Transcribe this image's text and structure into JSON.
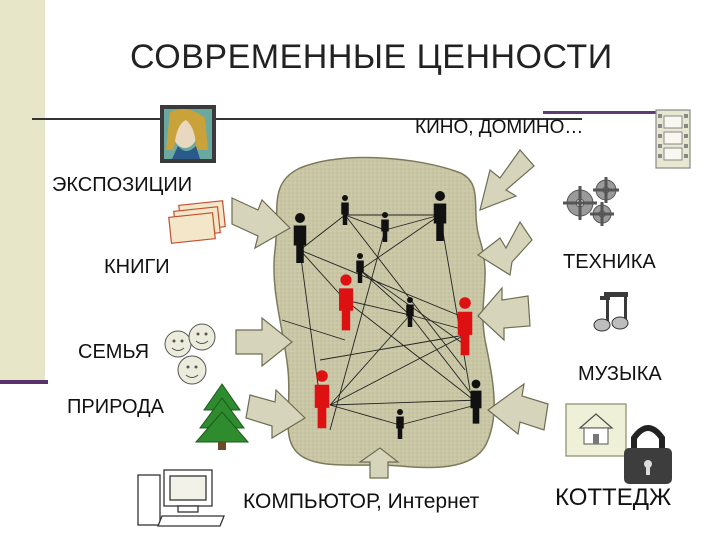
{
  "title": "СОВРЕМЕННЫЕ ЦЕННОСТИ",
  "labels": {
    "cinema": "КИНО, ДОМИНО…",
    "exhibitions": "ЭКСПОЗИЦИИ",
    "books": "КНИГИ",
    "technology": "ТЕХНИКА",
    "family": "СЕМЬЯ",
    "music": "МУЗЫКА",
    "nature": "ПРИРОДА",
    "computer": "КОМПЬЮТОР, Интернет",
    "cottage": "КОТТЕДЖ"
  },
  "colors": {
    "background": "#ffffff",
    "side_band": "#e7e6c9",
    "accent_line": "#59326b",
    "blob": "#c9c7a6",
    "blob_stroke": "#7d7a5c",
    "arrow": "#d6d5bc",
    "arrow_stroke": "#6f6c52",
    "person_black": "#111111",
    "person_red": "#dd1111",
    "tree": "#2e8b2e"
  },
  "icons": [
    "portrait-icon",
    "film-strip-icon",
    "gears-icon",
    "books-icon",
    "music-notes-icon",
    "faces-icon",
    "tree-icon",
    "computer-icon",
    "house-icon",
    "padlock-icon"
  ]
}
